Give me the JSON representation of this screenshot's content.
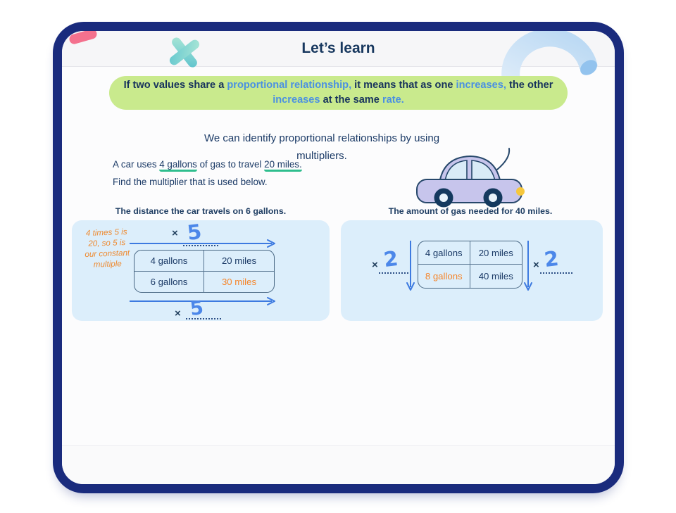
{
  "header": {
    "title": "Let’s learn"
  },
  "decorations": {
    "pink_blob": "pink-blob",
    "teal_cross": "teal-cross",
    "blue_arc": "blue-arc",
    "car": "car-illustration"
  },
  "banner": {
    "line1": [
      {
        "text": "If two values share a ",
        "highlight": false
      },
      {
        "text": "proportional relationship,",
        "highlight": true
      },
      {
        "text": " it means that as one ",
        "highlight": false
      },
      {
        "text": "increases,",
        "highlight": true
      },
      {
        "text": " the other",
        "highlight": false
      }
    ],
    "line2": [
      {
        "text": "increases",
        "highlight": true
      },
      {
        "text": " at the same ",
        "highlight": false
      },
      {
        "text": "rate.",
        "highlight": true
      }
    ]
  },
  "intro": {
    "line1": "We can identify proportional relationships by using",
    "line2": "multipliers."
  },
  "problem": {
    "line1": [
      {
        "text": "A car uses ",
        "underline": false
      },
      {
        "text": "4 gallons",
        "underline": true
      },
      {
        "text": " of gas to travel ",
        "underline": false
      },
      {
        "text": "20 miles.",
        "underline": true
      }
    ],
    "line2": "Find the multiplier that is used below."
  },
  "left_example": {
    "title": "The distance the car travels on 6 gallons.",
    "note": [
      "4 times 5 is",
      "20, so 5 is",
      "our constant",
      "multiple"
    ],
    "mult_sign": "×",
    "mult_value": "5",
    "table": {
      "rows": [
        [
          {
            "text": "4 gallons",
            "highlight": false
          },
          {
            "text": "20 miles",
            "highlight": false
          }
        ],
        [
          {
            "text": "6 gallons",
            "highlight": false
          },
          {
            "text": "30 miles",
            "highlight": true
          }
        ]
      ]
    }
  },
  "right_example": {
    "title": "The amount of gas needed for 40 miles.",
    "mult_sign": "×",
    "mult_value": "2",
    "table": {
      "rows": [
        [
          {
            "text": "4 gallons",
            "highlight": false
          },
          {
            "text": "20 miles",
            "highlight": false
          }
        ],
        [
          {
            "text": "8 gallons",
            "highlight": true
          },
          {
            "text": "40 miles",
            "highlight": false
          }
        ]
      ]
    }
  },
  "colors": {
    "frame_navy": "#1a2b7d",
    "text_navy": "#1b3a66",
    "banner_green": "#c9ea8d",
    "keyword_blue": "#4a90e2",
    "panel_blue": "#dceefb",
    "arrow_blue": "#3d7ae0",
    "handwriting_blue": "#4c87e9",
    "highlight_orange": "#f5862c",
    "underline_green": "#2fbe8e"
  }
}
